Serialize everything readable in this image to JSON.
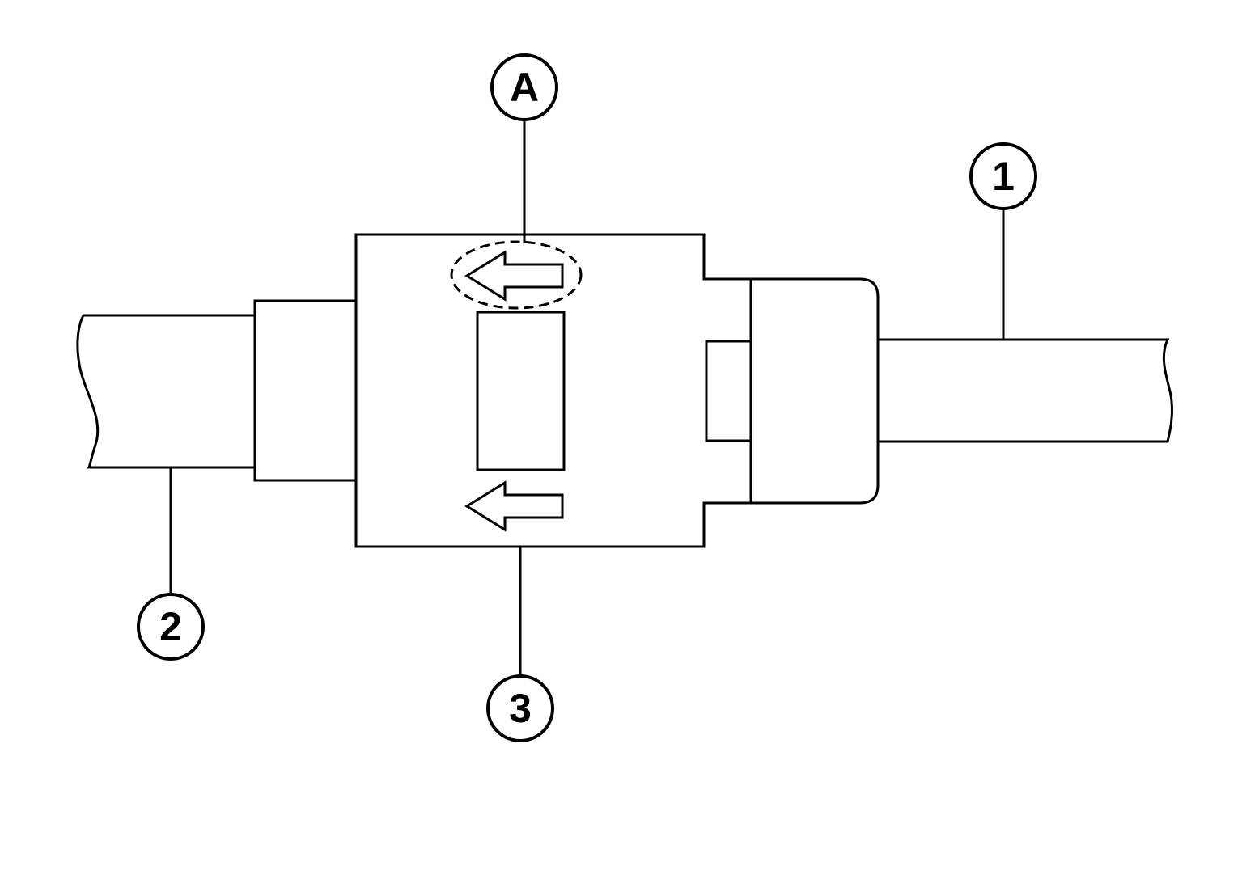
{
  "colors": {
    "ink": "#000000",
    "background": "#ffffff"
  },
  "callouts": {
    "one": "1",
    "two": "2",
    "three": "3",
    "detail": "A"
  }
}
